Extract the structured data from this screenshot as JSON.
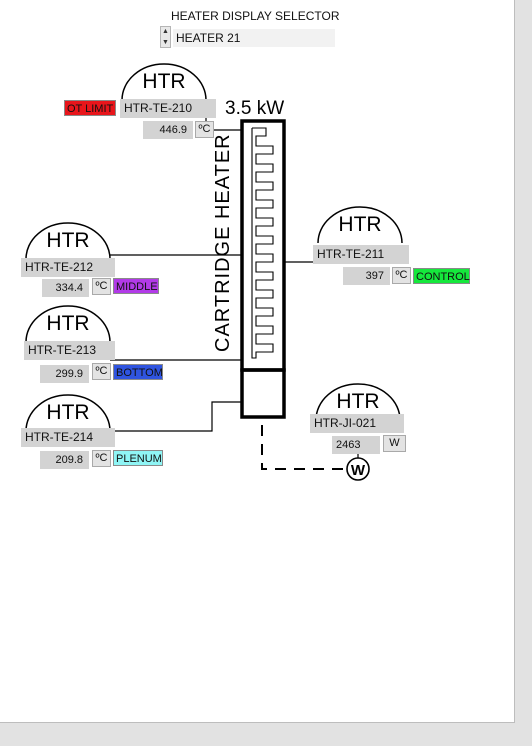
{
  "selector": {
    "title": "HEATER DISPLAY SELECTOR",
    "value": "HEATER 21"
  },
  "heater": {
    "power_label": "3.5 kW",
    "vertical_label": "CARTRIDGE HEATER"
  },
  "symbol_text": "HTR",
  "units": {
    "temp": "ºC",
    "power": "W"
  },
  "alarm": {
    "label": "OT LIMIT",
    "color": "#e8151b"
  },
  "sensors": [
    {
      "tag": "HTR-TE-210",
      "value": "446.9"
    },
    {
      "tag": "HTR-TE-211",
      "value": "397",
      "role": "CONTROL",
      "color": "#15e83c"
    },
    {
      "tag": "HTR-TE-212",
      "value": "334.4",
      "role": "MIDDLE",
      "color": "#b23ae8"
    },
    {
      "tag": "HTR-TE-213",
      "value": "299.9",
      "role": "BOTTOM",
      "color": "#2f54e0"
    },
    {
      "tag": "HTR-TE-214",
      "value": "209.8",
      "role": "PLENUM",
      "color": "#8ff5f5"
    }
  ],
  "power_meter": {
    "tag": "HTR-JI-021",
    "value": "2463",
    "meter_symbol": "W"
  }
}
